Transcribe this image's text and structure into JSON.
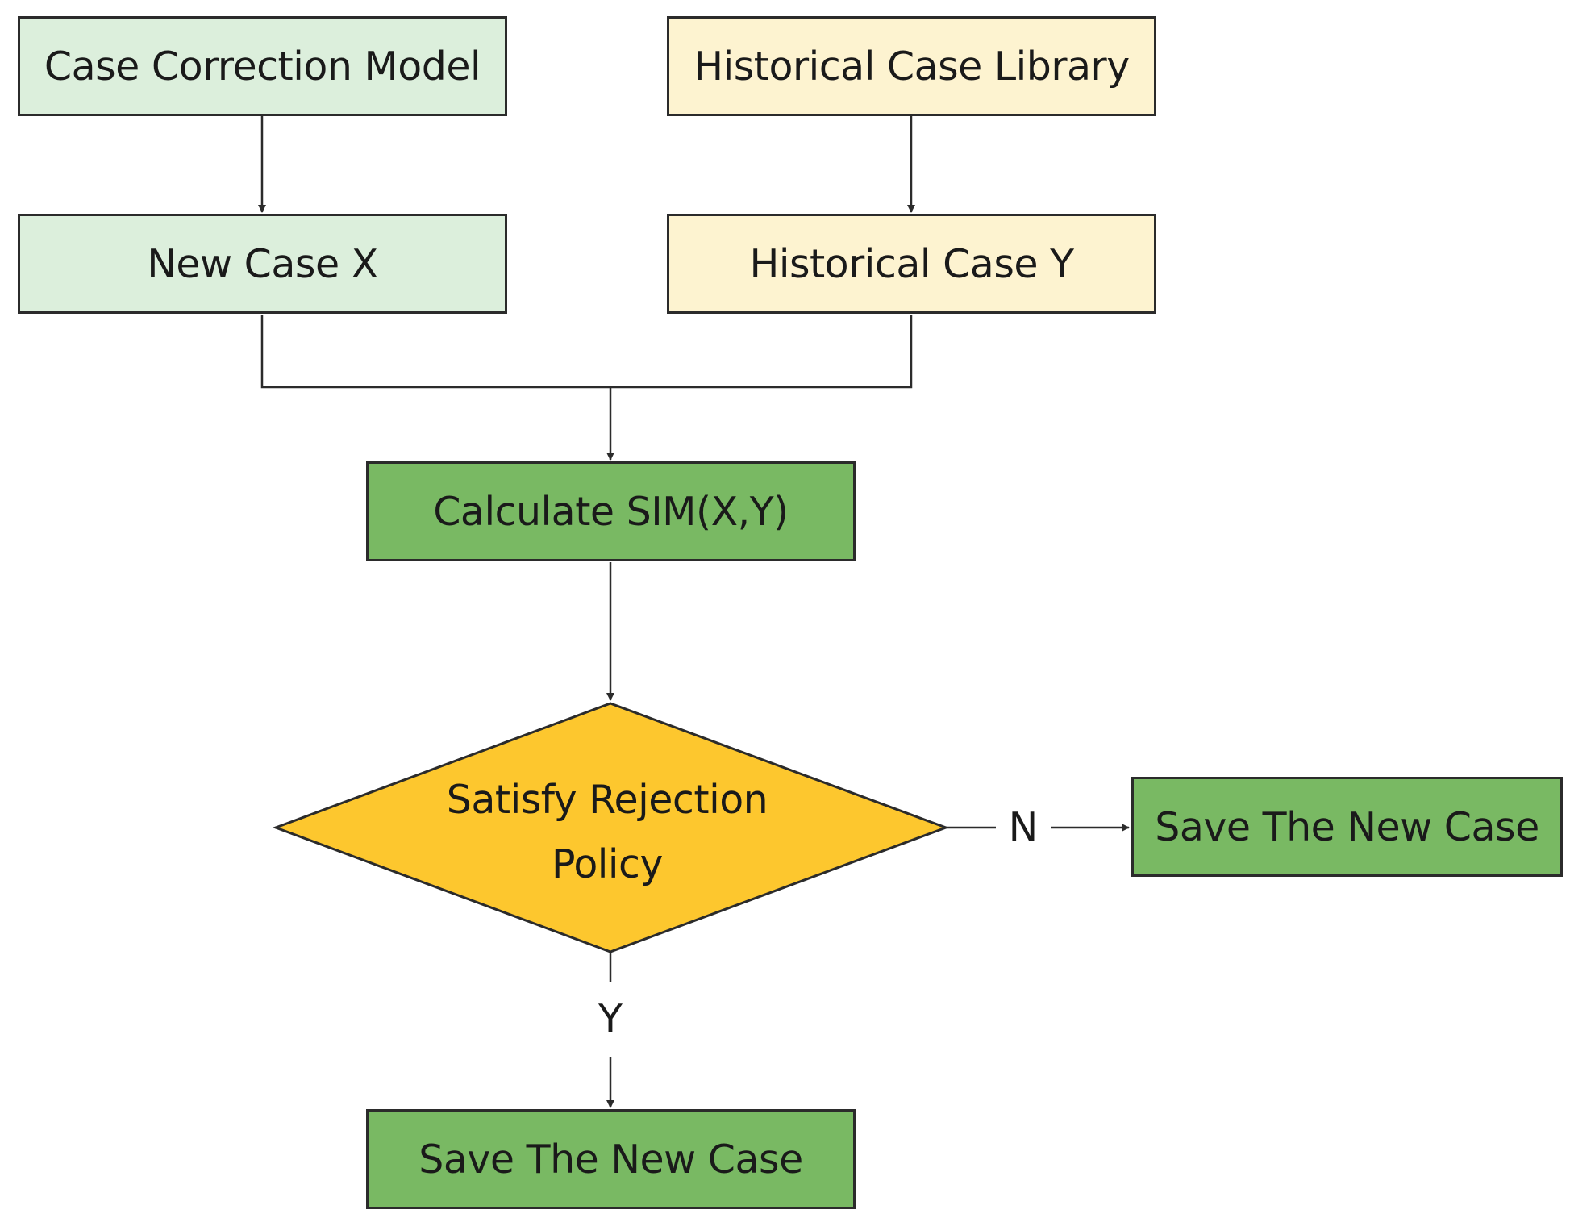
{
  "diagram": {
    "colors": {
      "light_green": "#dcefdc",
      "light_yellow": "#fdf3d0",
      "green": "#79b963",
      "decision_yellow": "#fdc72e",
      "stroke": "#2b2b2b"
    },
    "nodes": {
      "case_correction_model": "Case Correction Model",
      "historical_case_library": "Historical Case Library",
      "new_case_x": "New Case X",
      "historical_case_y": "Historical Case Y",
      "calculate_sim": "Calculate SIM(X,Y)",
      "decision": {
        "line1": "Satisfy Rejection",
        "line2": "Policy"
      },
      "save_right": "Save The New Case",
      "save_bottom": "Save The New Case"
    },
    "edge_labels": {
      "no": "N",
      "yes": "Y"
    }
  }
}
